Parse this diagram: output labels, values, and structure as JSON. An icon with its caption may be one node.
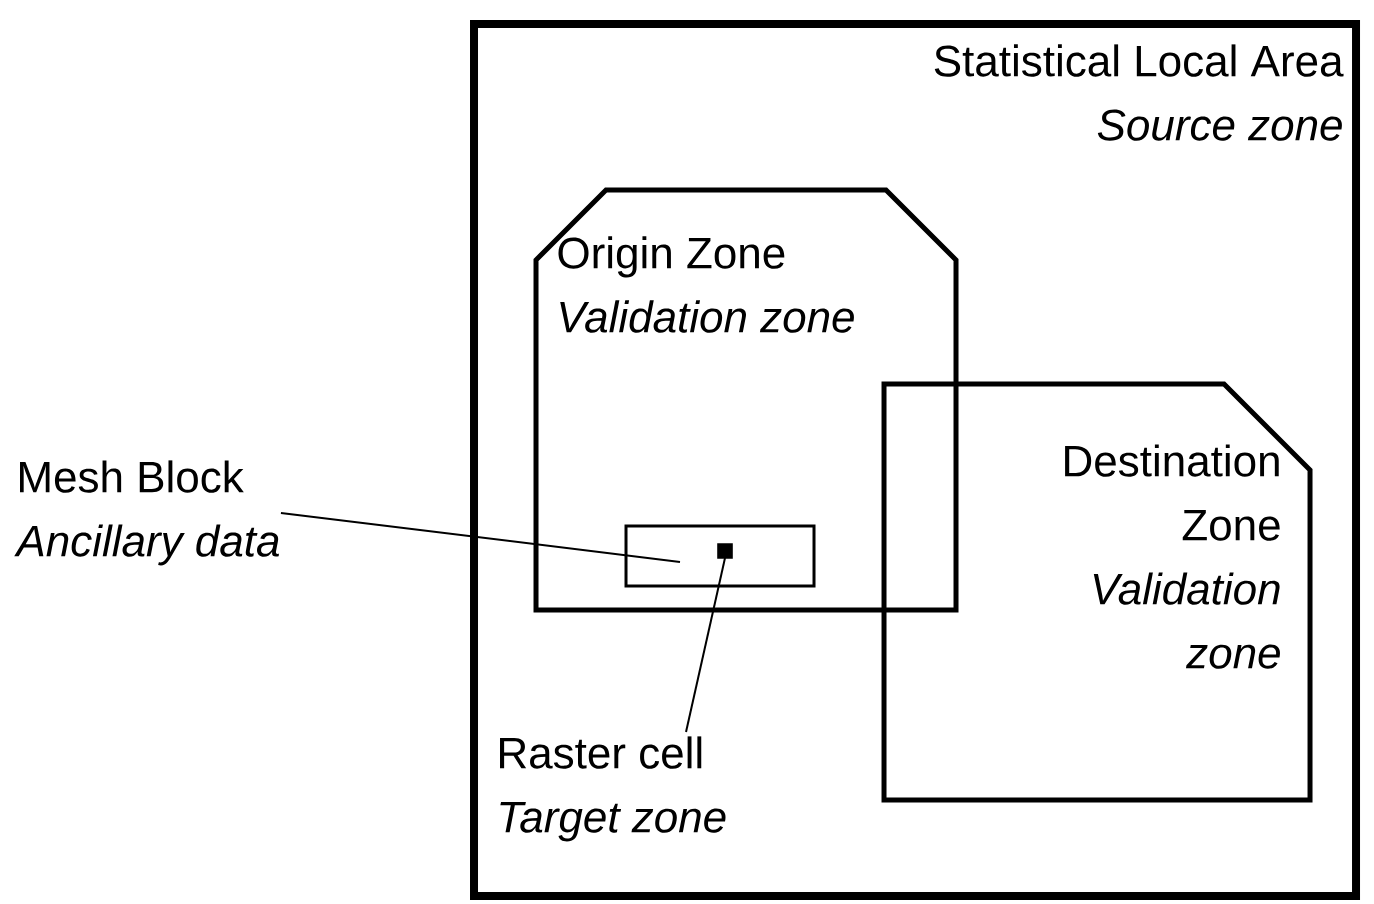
{
  "diagram": {
    "nodes": [
      {
        "text": [
          "Statistical Local Area",
          "Source zone"
        ]
      },
      {
        "text": [
          "Origin Zone",
          "Validation zone"
        ],
        "in": 0
      },
      {
        "text": [
          "Destination Zone",
          "Validation zone"
        ],
        "in": 0
      },
      {
        "text": [],
        "shape": "box",
        "in": 1
      },
      {
        "text": [],
        "shape": "box",
        "in": 3
      },
      {
        "text": [
          "Mesh Block",
          "Ancillary data"
        ]
      },
      {
        "text": [
          "Raster cell",
          "Target zone"
        ],
        "in": 0
      }
    ],
    "edges": [
      {
        "from": 5,
        "to": 3,
        "arrow": "none"
      },
      {
        "from": 6,
        "to": 4,
        "arrow": "none"
      }
    ]
  }
}
